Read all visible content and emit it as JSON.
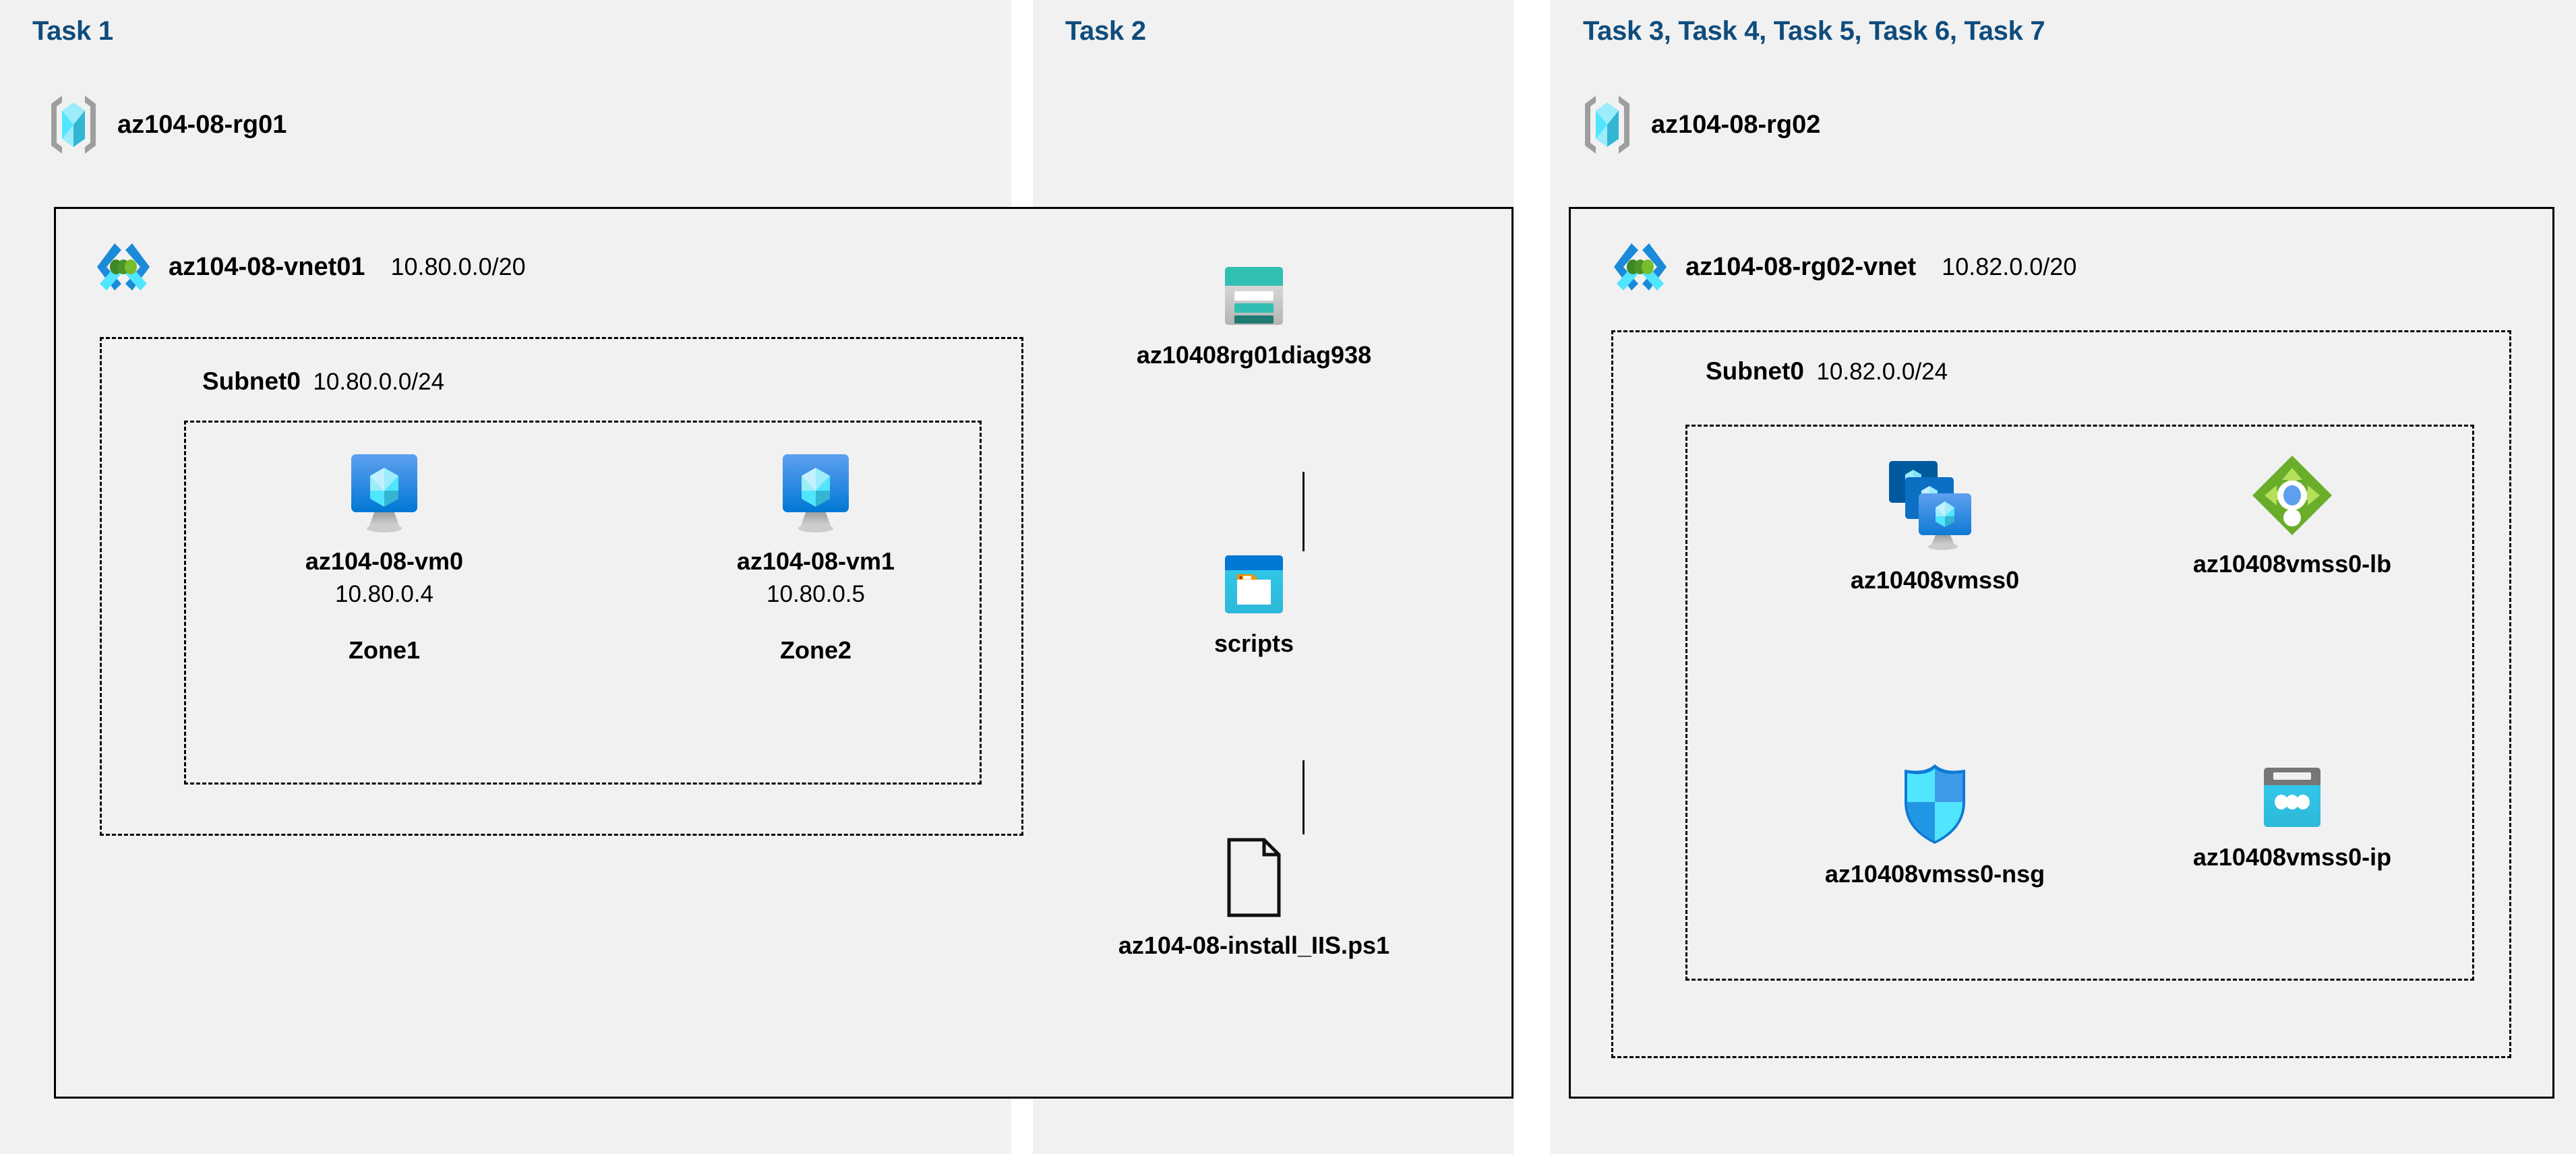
{
  "panels": {
    "task1": {
      "header": "Task 1",
      "resource_group": {
        "name": "az104-08-rg01",
        "icon": "resource-group-icon"
      },
      "vnet": {
        "name": "az104-08-vnet01",
        "cidr": "10.80.0.0/20",
        "icon": "virtual-network-icon"
      },
      "subnet": {
        "name": "Subnet0",
        "cidr": "10.80.0.0/24"
      },
      "vms": [
        {
          "icon": "virtual-machine-icon",
          "name": "az104-08-vm0",
          "ip": "10.80.0.4",
          "zone": "Zone1"
        },
        {
          "icon": "virtual-machine-icon",
          "name": "az104-08-vm1",
          "ip": "10.80.0.5",
          "zone": "Zone2"
        }
      ]
    },
    "task2": {
      "header": "Task 2",
      "nodes": [
        {
          "icon": "storage-account-icon",
          "name": "az10408rg01diag938"
        },
        {
          "icon": "blob-container-icon",
          "name": "scripts"
        },
        {
          "icon": "file-icon",
          "name": "az104-08-install_IIS.ps1"
        }
      ]
    },
    "task37": {
      "header": "Task 3, Task 4, Task 5, Task 6, Task 7",
      "resource_group": {
        "name": "az104-08-rg02",
        "icon": "resource-group-icon"
      },
      "vnet": {
        "name": "az104-08-rg02-vnet",
        "cidr": "10.82.0.0/20",
        "icon": "virtual-network-icon"
      },
      "subnet": {
        "name": "Subnet0",
        "cidr": "10.82.0.0/24"
      },
      "resources": [
        {
          "icon": "vm-scale-set-icon",
          "name": "az10408vmss0"
        },
        {
          "icon": "load-balancer-icon",
          "name": "az10408vmss0-lb"
        },
        {
          "icon": "network-security-group-icon",
          "name": "az10408vmss0-nsg"
        },
        {
          "icon": "public-ip-address-icon",
          "name": "az10408vmss0-ip"
        }
      ]
    }
  },
  "colors": {
    "task_header": "#0f4c7c",
    "panel_background": "#f1f1f1",
    "border": "#000000",
    "azure_blue": "#0078d4",
    "azure_cyan": "#50e6ff",
    "storage_teal": "#32bfb3",
    "lb_green": "#77ba2a",
    "nsg_blue": "#0078d4"
  }
}
